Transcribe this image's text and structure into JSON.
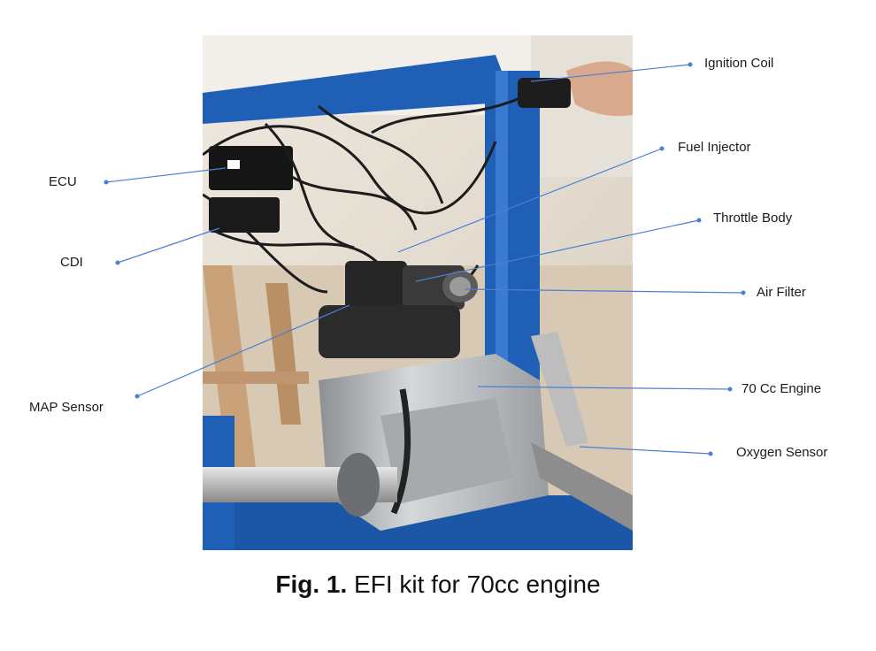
{
  "figure": {
    "labels": {
      "ignition_coil": "Ignition Coil",
      "fuel_injector": "Fuel Injector",
      "throttle_body": "Throttle Body",
      "air_filter": "Air Filter",
      "engine": "70 Cc Engine",
      "oxygen_sensor": "Oxygen Sensor",
      "ecu": "ECU",
      "cdi": "CDI",
      "map_sensor": "MAP Sensor"
    },
    "caption": {
      "prefix": "Fig. 1.",
      "text": "EFI kit for 70cc engine"
    },
    "colors": {
      "leader_line": "#4a7fd4",
      "frame_blue": "#1f5fb5",
      "engine_silver": "#b9bcbf",
      "background_wall": "#e9e3d9"
    }
  }
}
